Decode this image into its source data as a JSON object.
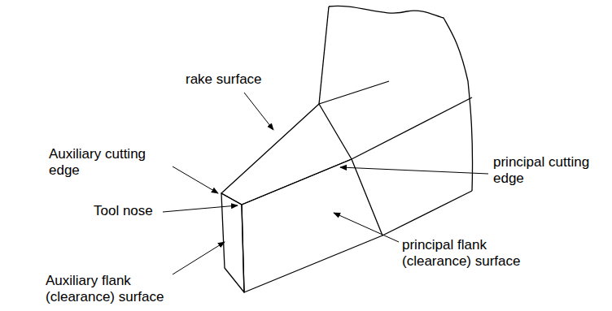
{
  "diagram": {
    "labels": [
      "rake surface",
      "Auxiliary cutting edge",
      "Tool nose",
      "principal cutting edge",
      "principal flank (clearance) surface",
      "Auxiliary flank (clearance) surface"
    ]
  }
}
